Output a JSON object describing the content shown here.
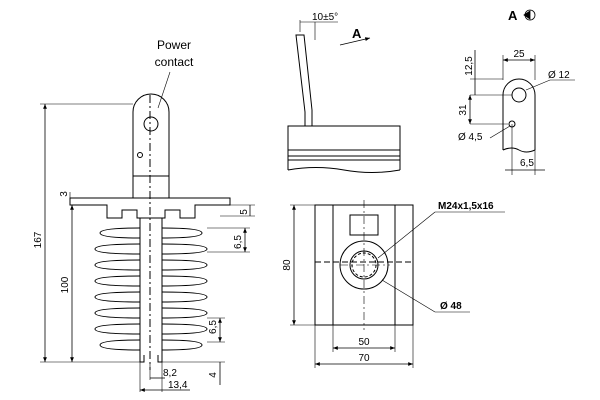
{
  "labels": {
    "power_contact_line1": "Power",
    "power_contact_line2": "contact",
    "view_a_title": "A",
    "view_a_arrow": "A"
  },
  "dimensions": {
    "height_total": "167",
    "height_fins": "100",
    "top_offset": "3",
    "slot_5": "5",
    "fin_pitch_top": "6,5",
    "fin_pitch_bottom": "6,5",
    "bottom_4": "4",
    "base_8_2": "8,2",
    "base_13_4": "13,4",
    "tilt_angle": "10±5°",
    "thread": "M24x1,5x16",
    "diameter_48": "Ø 48",
    "height_80": "80",
    "width_50": "50",
    "width_70": "70",
    "lug_width_25": "25",
    "lug_12_5": "12,5",
    "lug_hole_12": "Ø 12",
    "lug_31": "31",
    "lug_hole_4_5": "Ø 4,5",
    "lug_6_5": "6,5"
  }
}
